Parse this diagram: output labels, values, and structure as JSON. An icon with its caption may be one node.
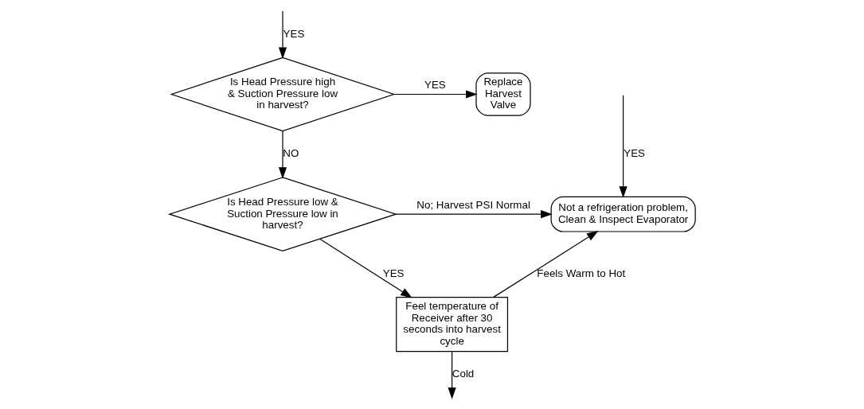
{
  "diagram": {
    "nodes": [
      {
        "text": [
          "Is Head Pressure high & Suction Pressure low in harvest?"
        ]
      },
      {
        "text": [
          "Replace Harvest Valve"
        ]
      },
      {
        "text": [
          "Not a refrigeration problem, Clean & Inspect Evaporator"
        ]
      },
      {
        "text": [
          "Is Head Pressure low & Suction Pressure low in harvest?"
        ]
      },
      {
        "text": [
          "Feel temperature of Receiver after 30 seconds into harvest cycle"
        ]
      }
    ],
    "edges": [
      {
        "from": 0,
        "to": 1,
        "arrow": "to",
        "label": "YES"
      },
      {
        "from": 0,
        "to": 3,
        "arrow": "to",
        "label": "NO"
      },
      {
        "from": 3,
        "to": 2,
        "arrow": "to",
        "label": "No; Harvest PSI Normal"
      },
      {
        "from": 3,
        "to": 4,
        "arrow": "to",
        "label": "YES"
      },
      {
        "from": 4,
        "to": 2,
        "arrow": "to",
        "label": "Feels Warm to Hot"
      },
      {
        "from": null,
        "to": 0,
        "arrow": "to",
        "label": "YES"
      },
      {
        "from": null,
        "to": 2,
        "arrow": "to",
        "label": "YES"
      },
      {
        "from": 4,
        "to": null,
        "arrow": "to",
        "label": "Cold"
      }
    ]
  }
}
